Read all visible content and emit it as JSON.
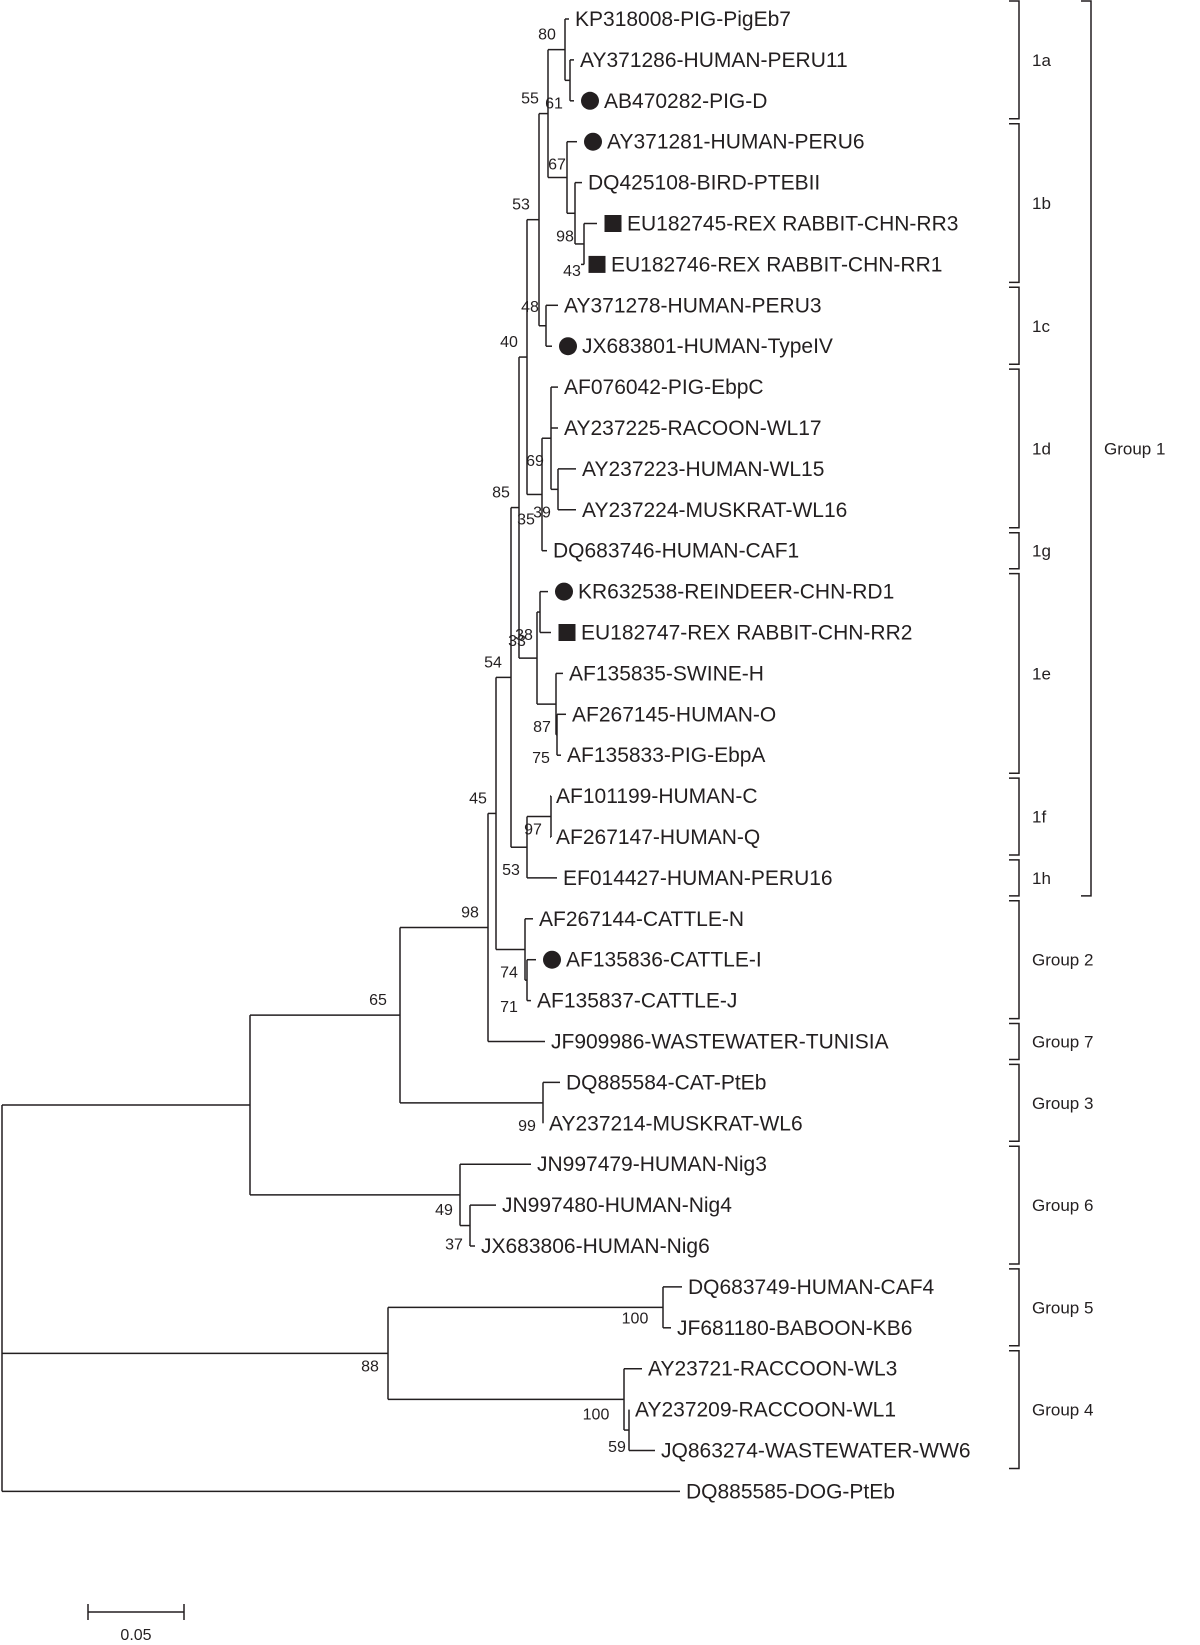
{
  "tree": {
    "root": {
      "children": [
        {
          "bs": "",
          "children": [
            {
              "bs": "65",
              "children": [
                {
                  "bs": "98",
                  "children": [
                    {
                      "bs": "45",
                      "children": [
                        {
                          "bs": "54",
                          "children": [
                            {
                              "bs": "85",
                              "children": [
                                {
                                  "bs": "40",
                                  "children": [
                                    {
                                      "bs": "53",
                                      "children": [
                                        {
                                          "bs": "55",
                                          "children": [
                                            {
                                              "bs": "80",
                                              "children": [
                                                {
                                                  "taxon": "KP318008-PIG-PigEb7"
                                                },
                                                {
                                                  "bs": "61",
                                                  "children": [
                                                    {
                                                      "taxon": "AY371286-HUMAN-PERU11"
                                                    },
                                                    {
                                                      "taxon": "AB470282-PIG-D",
                                                      "marker": "circle"
                                                    }
                                                  ]
                                                }
                                              ]
                                            },
                                            {
                                              "bs": "67",
                                              "children": [
                                                {
                                                  "taxon": "AY371281-HUMAN-PERU6",
                                                  "marker": "circle"
                                                },
                                                {
                                                  "bs": "98",
                                                  "children": [
                                                    {
                                                      "taxon": "DQ425108-BIRD-PTEBII"
                                                    },
                                                    {
                                                      "bs": "43",
                                                      "children": [
                                                        {
                                                          "taxon": "EU182745-REX RABBIT-CHN-RR3",
                                                          "marker": "square"
                                                        },
                                                        {
                                                          "taxon": "EU182746-REX RABBIT-CHN-RR1",
                                                          "marker": "square"
                                                        }
                                                      ]
                                                    }
                                                  ]
                                                }
                                              ]
                                            }
                                          ]
                                        },
                                        {
                                          "bs": "48",
                                          "children": [
                                            {
                                              "taxon": "AY371278-HUMAN-PERU3"
                                            },
                                            {
                                              "taxon": "JX683801-HUMAN-TypeIV",
                                              "marker": "circle"
                                            }
                                          ]
                                        }
                                      ]
                                    },
                                    {
                                      "bs": "35",
                                      "children": [
                                        {
                                          "bs": "69",
                                          "children": [
                                            {
                                              "taxon": "AF076042-PIG-EbpC"
                                            },
                                            {
                                              "taxon": "AY237225-RACOON-WL17"
                                            },
                                            {
                                              "bs": "39",
                                              "children": [
                                                {
                                                  "taxon": "AY237223-HUMAN-WL15"
                                                },
                                                {
                                                  "taxon": "AY237224-MUSKRAT-WL16"
                                                }
                                              ]
                                            }
                                          ]
                                        },
                                        {
                                          "taxon": "DQ683746-HUMAN-CAF1"
                                        }
                                      ]
                                    }
                                  ]
                                },
                                {
                                  "bs": "33",
                                  "children": [
                                    {
                                      "bs": "38",
                                      "children": [
                                        {
                                          "taxon": "KR632538-REINDEER-CHN-RD1",
                                          "marker": "circle"
                                        },
                                        {
                                          "taxon": "EU182747-REX RABBIT-CHN-RR2",
                                          "marker": "square"
                                        }
                                      ]
                                    },
                                    {
                                      "bs": "87",
                                      "children": [
                                        {
                                          "taxon": "AF135835-SWINE-H"
                                        },
                                        {
                                          "bs": "75",
                                          "children": [
                                            {
                                              "taxon": "AF267145-HUMAN-O"
                                            },
                                            {
                                              "taxon": "AF135833-PIG-EbpA"
                                            }
                                          ]
                                        }
                                      ]
                                    }
                                  ]
                                }
                              ]
                            },
                            {
                              "bs": "53",
                              "children": [
                                {
                                  "bs": "97",
                                  "children": [
                                    {
                                      "taxon": "AF101199-HUMAN-C"
                                    },
                                    {
                                      "taxon": "AF267147-HUMAN-Q"
                                    }
                                  ]
                                },
                                {
                                  "taxon": "EF014427-HUMAN-PERU16"
                                }
                              ]
                            }
                          ]
                        },
                        {
                          "bs": "74",
                          "children": [
                            {
                              "taxon": "AF267144-CATTLE-N"
                            },
                            {
                              "bs": "71",
                              "children": [
                                {
                                  "taxon": "AF135836-CATTLE-I",
                                  "marker": "circle"
                                },
                                {
                                  "taxon": "AF135837-CATTLE-J"
                                }
                              ]
                            }
                          ]
                        }
                      ]
                    },
                    {
                      "taxon": "JF909986-WASTEWATER-TUNISIA"
                    }
                  ]
                },
                {
                  "bs": "99",
                  "children": [
                    {
                      "taxon": "DQ885584-CAT-PtEb"
                    },
                    {
                      "taxon": "AY237214-MUSKRAT-WL6"
                    }
                  ]
                }
              ]
            },
            {
              "bs": "49",
              "children": [
                {
                  "taxon": "JN997479-HUMAN-Nig3"
                },
                {
                  "bs": "37",
                  "children": [
                    {
                      "taxon": "JN997480-HUMAN-Nig4"
                    },
                    {
                      "taxon": "JX683806-HUMAN-Nig6"
                    }
                  ]
                }
              ]
            }
          ]
        },
        {
          "bs": "88",
          "children": [
            {
              "bs": "100",
              "children": [
                {
                  "taxon": "DQ683749-HUMAN-CAF4"
                },
                {
                  "taxon": "JF681180-BABOON-KB6"
                }
              ]
            },
            {
              "bs": "100",
              "children": [
                {
                  "taxon": "AY23721-RACCOON-WL3"
                },
                {
                  "bs": "59",
                  "children": [
                    {
                      "taxon": "AY237209-RACCOON-WL1"
                    },
                    {
                      "taxon": "JQ863274-WASTEWATER-WW6"
                    }
                  ]
                }
              ]
            }
          ]
        },
        {
          "taxon": "DQ885585-DOG-PtEb"
        }
      ]
    }
  },
  "groups": [
    {
      "label": "1a",
      "from": "KP318008-PIG-PigEb7",
      "to": "AB470282-PIG-D"
    },
    {
      "label": "1b",
      "from": "AY371281-HUMAN-PERU6",
      "to": "EU182746-REX RABBIT-CHN-RR1"
    },
    {
      "label": "1c",
      "from": "AY371278-HUMAN-PERU3",
      "to": "JX683801-HUMAN-TypeIV"
    },
    {
      "label": "1d",
      "from": "AF076042-PIG-EbpC",
      "to": "AY237224-MUSKRAT-WL16"
    },
    {
      "label": "1g",
      "from": "DQ683746-HUMAN-CAF1",
      "to": "DQ683746-HUMAN-CAF1"
    },
    {
      "label": "1e",
      "from": "KR632538-REINDEER-CHN-RD1",
      "to": "AF135833-PIG-EbpA"
    },
    {
      "label": "1f",
      "from": "AF101199-HUMAN-C",
      "to": "AF267147-HUMAN-Q"
    },
    {
      "label": "1h",
      "from": "EF014427-HUMAN-PERU16",
      "to": "EF014427-HUMAN-PERU16"
    },
    {
      "label": "Group 1",
      "from": "KP318008-PIG-PigEb7",
      "to": "EF014427-HUMAN-PERU16",
      "outer": true
    },
    {
      "label": "Group 2",
      "from": "AF267144-CATTLE-N",
      "to": "AF135837-CATTLE-J"
    },
    {
      "label": "Group 7",
      "from": "JF909986-WASTEWATER-TUNISIA",
      "to": "JF909986-WASTEWATER-TUNISIA"
    },
    {
      "label": "Group 3",
      "from": "DQ885584-CAT-PtEb",
      "to": "AY237214-MUSKRAT-WL6"
    },
    {
      "label": "Group 6",
      "from": "JN997479-HUMAN-Nig3",
      "to": "JX683806-HUMAN-Nig6"
    },
    {
      "label": "Group 5",
      "from": "DQ683749-HUMAN-CAF4",
      "to": "JF681180-BABOON-KB6"
    },
    {
      "label": "Group 4",
      "from": "AY23721-RACCOON-WL3",
      "to": "JQ863274-WASTEWATER-WW6"
    }
  ],
  "scale_bar": {
    "label": "0.05",
    "length": 0.05
  },
  "colors": {
    "ink": "#231f20",
    "background": "#ffffff"
  }
}
